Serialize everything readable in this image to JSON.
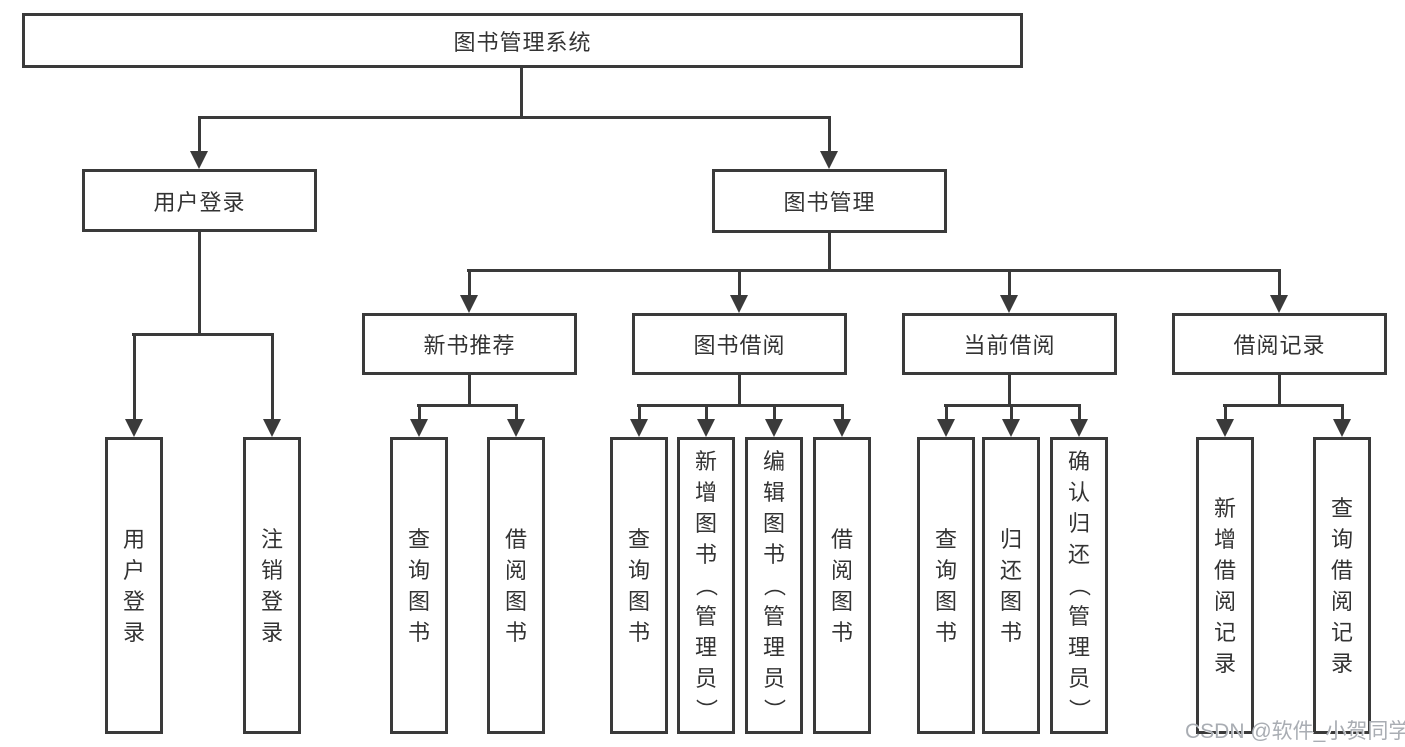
{
  "root": {
    "label": "图书管理系统"
  },
  "level2": [
    {
      "label": "用户登录"
    },
    {
      "label": "图书管理"
    }
  ],
  "level3": [
    {
      "label": "新书推荐",
      "parent": "图书管理"
    },
    {
      "label": "图书借阅",
      "parent": "图书管理"
    },
    {
      "label": "当前借阅",
      "parent": "图书管理"
    },
    {
      "label": "借阅记录",
      "parent": "图书管理"
    }
  ],
  "leaves": [
    {
      "label": "用户登录",
      "parent": "用户登录"
    },
    {
      "label": "注销登录",
      "parent": "用户登录"
    },
    {
      "label": "查询图书",
      "parent": "新书推荐"
    },
    {
      "label": "借阅图书",
      "parent": "新书推荐"
    },
    {
      "label": "查询图书",
      "parent": "图书借阅"
    },
    {
      "label": "新增图书（管理员）",
      "parent": "图书借阅"
    },
    {
      "label": "编辑图书（管理员）",
      "parent": "图书借阅"
    },
    {
      "label": "借阅图书",
      "parent": "图书借阅"
    },
    {
      "label": "查询图书",
      "parent": "当前借阅"
    },
    {
      "label": "归还图书",
      "parent": "当前借阅"
    },
    {
      "label": "确认归还（管理员）",
      "parent": "当前借阅"
    },
    {
      "label": "新增借阅记录",
      "parent": "借阅记录"
    },
    {
      "label": "查询借阅记录",
      "parent": "借阅记录"
    }
  ],
  "watermark": {
    "text": "CSDN @软件_小贺同学"
  },
  "colors": {
    "line": "#3a3a3a",
    "text": "#333333",
    "watermark": "#a9adb3",
    "background": "#ffffff"
  }
}
